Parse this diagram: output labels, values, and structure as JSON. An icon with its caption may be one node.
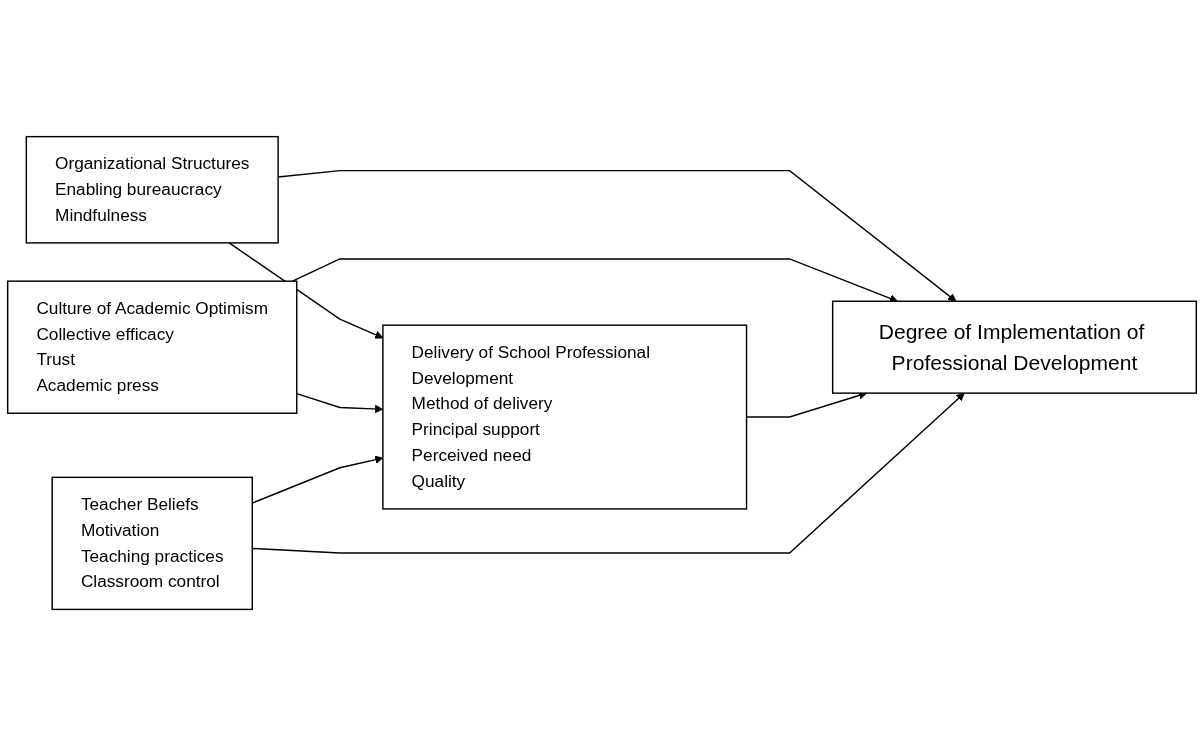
{
  "diagram": {
    "nodes": [
      {
        "text": [
          "Organizational Structures",
          "Enabling bureaucracy",
          "Mindfulness"
        ]
      },
      {
        "text": [
          "Culture of Academic Optimism",
          "Collective efficacy",
          "Trust",
          "Academic press"
        ]
      },
      {
        "text": [
          "Delivery of School Professional Development",
          "Method of delivery",
          "Principal support",
          "Perceived need",
          "Quality"
        ]
      },
      {
        "text": [
          "Degree of Implementation of Professional Development"
        ]
      },
      {
        "text": [
          "Teacher Beliefs",
          "Motivation",
          "Teaching practices",
          "Classroom control"
        ]
      }
    ],
    "edges": [
      {
        "from": 0,
        "to": 3,
        "arrow": "to"
      },
      {
        "from": 0,
        "to": 2,
        "arrow": "to"
      },
      {
        "from": 1,
        "to": 3,
        "arrow": "to"
      },
      {
        "from": 1,
        "to": 2,
        "arrow": "to"
      },
      {
        "from": 4,
        "to": 2,
        "arrow": "to"
      },
      {
        "from": 2,
        "to": 3,
        "arrow": "to"
      },
      {
        "from": 4,
        "to": 3,
        "arrow": "to"
      }
    ]
  }
}
